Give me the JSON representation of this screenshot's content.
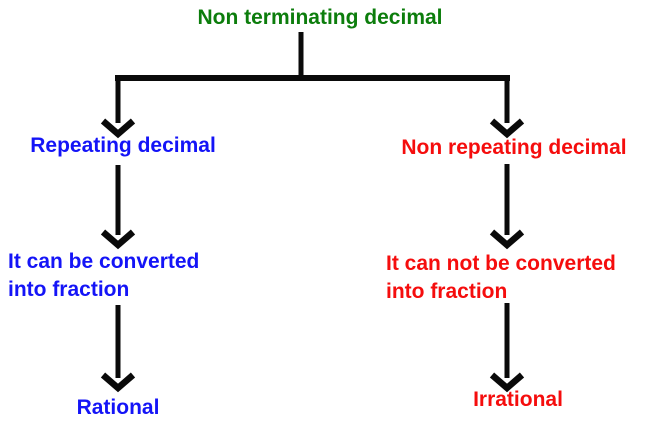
{
  "title": {
    "label": "Non terminating decimal"
  },
  "left_branch": {
    "node": "Repeating decimal",
    "detail_line1": "It can be converted",
    "detail_line2": "into fraction",
    "result": "Rational"
  },
  "right_branch": {
    "node": "Non repeating decimal",
    "detail_line1": "It can not be converted",
    "detail_line2": "into fraction",
    "result": "Irrational"
  },
  "colors": {
    "title_green": "#0c7d0c",
    "left_blue": "#1414f7",
    "right_red": "#f50d0d",
    "connector_black": "#0a0a0a",
    "background": "#ffffff"
  }
}
